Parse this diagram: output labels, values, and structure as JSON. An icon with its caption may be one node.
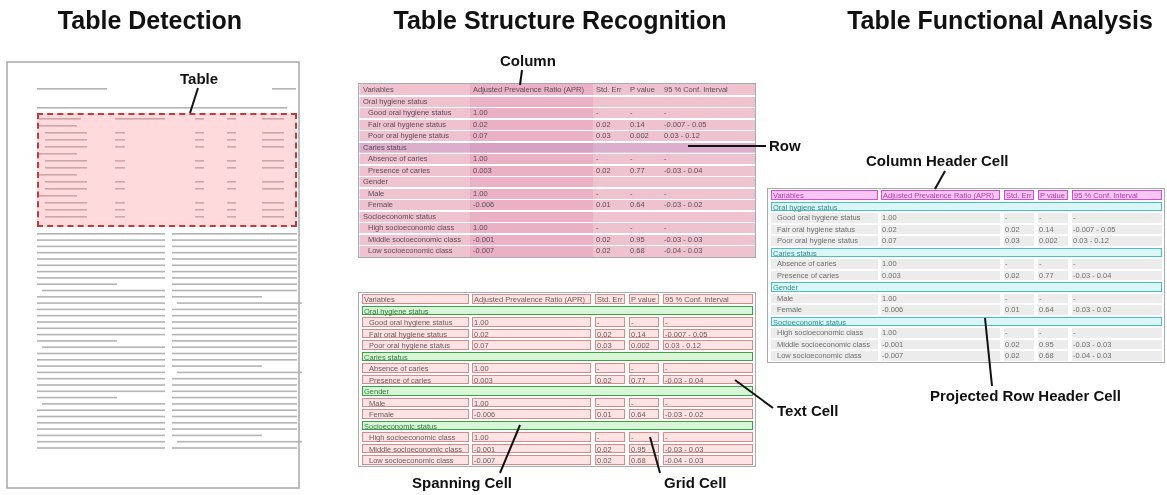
{
  "diagram": {
    "nodes": [
      {
        "text": [
          "Table"
        ]
      },
      {
        "text": [],
        "shape": "box"
      },
      {
        "text": [
          "Column"
        ]
      },
      {
        "text": [
          "Row"
        ]
      },
      {
        "text": [
          "Column Header Cell"
        ]
      },
      {
        "text": [
          "Text Cell"
        ]
      },
      {
        "text": [
          "Spanning Cell"
        ]
      },
      {
        "text": [
          "Grid Cell"
        ]
      },
      {
        "text": [
          "Projected Row Header Cell"
        ]
      },
      {
        "text": [
          "Adjusted Prevalence Ratio (APR)"
        ]
      },
      {
        "text": [],
        "shape": "bar"
      },
      {
        "text": [],
        "shape": "bar"
      }
    ],
    "edges": [
      {
        "from": 0,
        "to": 1,
        "arrow": "none"
      },
      {
        "from": 2,
        "to": 11,
        "arrow": "none"
      },
      {
        "from": 3,
        "to": 10,
        "arrow": "none"
      },
      {
        "from": 4,
        "to": 9,
        "arrow": "none"
      },
      {
        "from": 5,
        "to": null,
        "arrow": "none"
      },
      {
        "from": 6,
        "to": null,
        "arrow": "none"
      },
      {
        "from": 7,
        "to": null,
        "arrow": "none"
      },
      {
        "from": 8,
        "to": null,
        "arrow": "none"
      }
    ],
    "labels": [
      "Table Detection",
      "Table Structure Recognition",
      "Table Functional Analysis",
      "Variables",
      "Adjusted Prevalence Ratio (APR)",
      "Std. Err",
      "P value",
      "95 % Conf. Interval",
      "Oral hygiene status",
      "Good oral hygiene status",
      "1.00",
      "-",
      "-",
      "-",
      "Fair oral hygiene status",
      "0.02",
      "0.02",
      "0.14",
      "-0.007 - 0.05",
      "Poor oral hygiene status",
      "0.07",
      "0.03",
      "0.002",
      "0.03 - 0.12",
      "Caries status",
      "Absence of caries",
      "1.00",
      "-",
      "-",
      "-",
      "Presence of caries",
      "0.003",
      "0.02",
      "0.77",
      "-0.03 - 0.04",
      "Gender",
      "Male",
      "1.00",
      "-",
      "-",
      "-",
      "Female",
      "-0.006",
      "0.01",
      "0.64",
      "-0.03 - 0.02",
      "Socioeconomic status",
      "High socioeconomic class",
      "1.00",
      "-",
      "-",
      "-",
      "Middle socioeconomic class",
      "-0.001",
      "0.02",
      "0.95",
      "-0.03 - 0.03",
      "Low socioeconomic class",
      "-0.007",
      "0.02",
      "0.68",
      "-0.04 - 0.03",
      "Variables",
      "Adjusted Prevalence Ratio (APR)",
      "Std. Err",
      "P value",
      "95 % Conf. Interval",
      "Oral hygiene status",
      "Good oral hygiene status",
      "1.00",
      "-",
      "-",
      "-",
      "Fair oral hygiene status",
      "0.02",
      "0.02",
      "0.14",
      "-0.007 - 0.05",
      "Poor oral hygiene status",
      "0.07",
      "0.03",
      "0.002",
      "0.03 - 0.12",
      "Caries status",
      "Absence of caries",
      "1.00",
      "-",
      "-",
      "-",
      "Presence of caries",
      "0.003",
      "0.02",
      "0.77",
      "-0.03 - 0.04",
      "Gender",
      "Male",
      "1.00",
      "-",
      "-",
      "-",
      "Female",
      "-0.006",
      "0.01",
      "0.64",
      "-0.03 - 0.02",
      "Socioeconomic status",
      "High socioeconomic class",
      "1.00",
      "-",
      "-",
      "-",
      "Middle socioeconomic class",
      "-0.001",
      "0.02",
      "0.95",
      "-0.03 - 0.03",
      "Low socioeconomic class",
      "-0.007",
      "0.02",
      "0.68",
      "-0.04 - 0.03",
      "Variables",
      "Std. Err",
      "P value",
      "95 % Conf. Interval",
      "Oral hygiene status",
      "Good oral hygiene status",
      "1.00",
      "-",
      "-",
      "-",
      "Fair oral hygiene status",
      "0.02",
      "0.02",
      "0.14",
      "-0.007 - 0.05",
      "Poor oral hygiene status",
      "0.07",
      "0.03",
      "0.002",
      "0.03 - 0.12",
      "Caries status",
      "Absence of caries",
      "1.00",
      "-",
      "-",
      "-",
      "Presence of caries",
      "0.003",
      "0.02",
      "0.77",
      "-0.03 - 0.04",
      "Gender",
      "Male",
      "1.00",
      "-",
      "-",
      "-",
      "Female",
      "-0.006",
      "0.01",
      "0.64",
      "-0.03 - 0.02",
      "Socioeconomic status",
      "High socioeconomic class",
      "1.00",
      "-",
      "-",
      "-",
      "Middle socioeconomic class",
      "-0.001",
      "0.02",
      "0.95",
      "-0.03 - 0.03",
      "Low socioeconomic class",
      "-0.007",
      "0.02",
      "0.68",
      "-0.04 - 0.03"
    ]
  }
}
